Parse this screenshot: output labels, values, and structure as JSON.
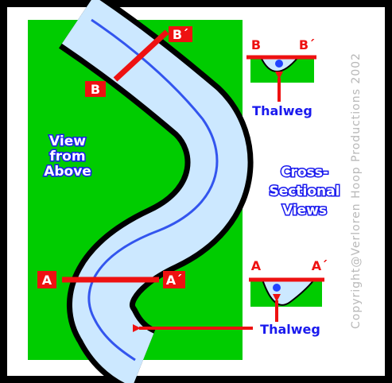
{
  "diagram": {
    "label_view_from_above": [
      "View",
      "from",
      "Above"
    ],
    "label_cross_sectional": [
      "Cross-",
      "Sectional",
      "Views"
    ],
    "section_b": {
      "start": "B",
      "end": "B´"
    },
    "section_a": {
      "start": "A",
      "end": "A´"
    },
    "thalweg_top": "Thalweg",
    "thalweg_bottom": "Thalweg",
    "copyright": "Copyright@Verloren Hoop Productions 2002"
  },
  "colors": {
    "land": "#00cc00",
    "water": "#cce8ff",
    "thalweg_line": "#3355ee",
    "river_outline": "#000000",
    "section_line": "#ee1111",
    "label_bg": "#ee1111",
    "label_text": "#ffffff",
    "thalweg_text": "#1a1aee",
    "dot": "#2244ff"
  }
}
